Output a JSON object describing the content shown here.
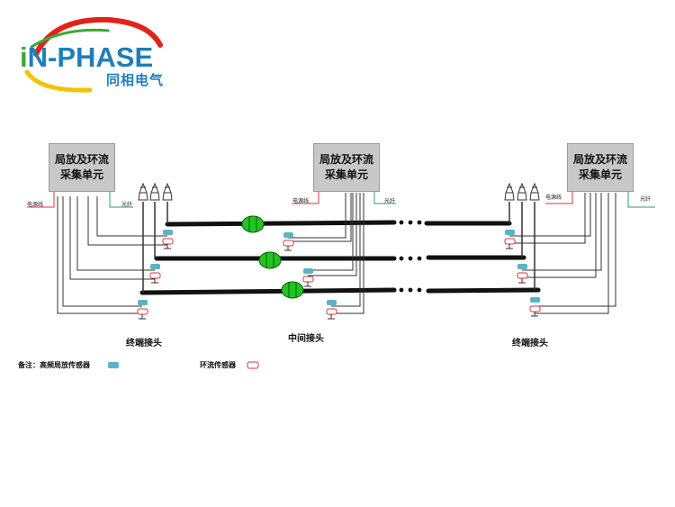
{
  "logo": {
    "text_i": "i",
    "text_n": "N",
    "text_dash": "-",
    "text_phase": "PHASE",
    "subtitle": "同相电气",
    "colors": {
      "blue": "#1e7fb8",
      "green": "#3aa935",
      "red": "#e2231a",
      "yellow": "#f2c300"
    }
  },
  "units": [
    {
      "line1": "局放及环流",
      "line2": "采集单元"
    },
    {
      "line1": "局放及环流",
      "line2": "采集单元"
    },
    {
      "line1": "局放及环流",
      "line2": "采集单元"
    }
  ],
  "small_labels": {
    "power_left": "电源线",
    "fiber_left": "光纤",
    "power_mid": "电源线",
    "fiber_mid": "光纤",
    "power_right": "电源线",
    "fiber_right": "光纤"
  },
  "section_labels": {
    "terminal_left": "终端接头",
    "middle": "中间接头",
    "terminal_right": "终端接头"
  },
  "legend": {
    "note_hfct": "备注：高频局放传感器",
    "ct": "环流传感器"
  },
  "colors": {
    "hfct": "#5ab4c8",
    "ct_border": "#d9363e",
    "joint_green": "#22c422",
    "power_line": "#d9363e",
    "fiber_line": "#2e9c6e"
  }
}
